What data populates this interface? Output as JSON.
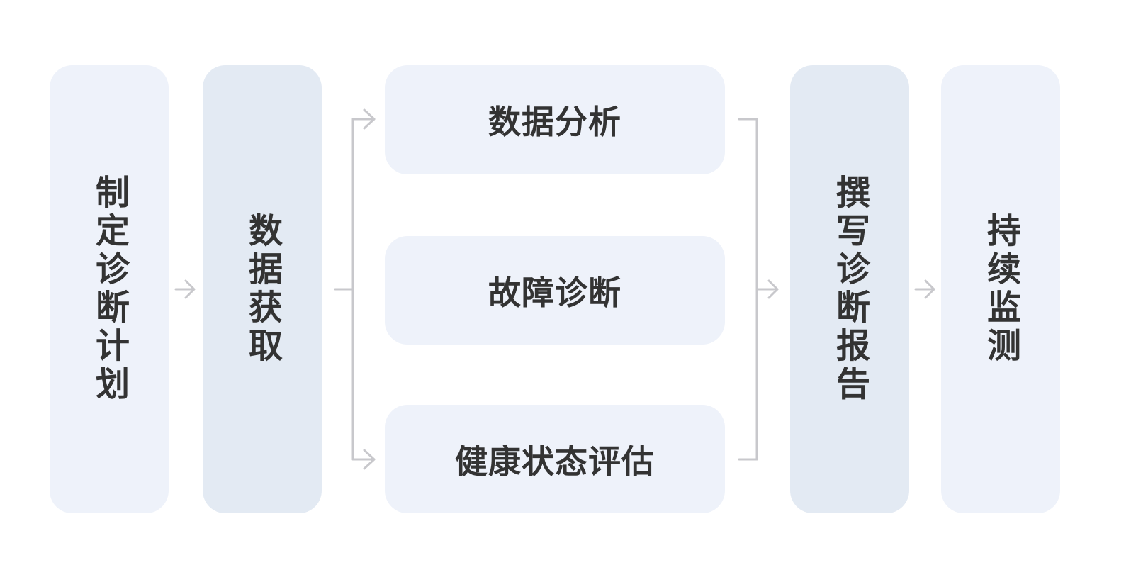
{
  "steps": {
    "plan": "制定诊断计划",
    "acquire": "数据获取",
    "analyze": "数据分析",
    "diagnose": "故障诊断",
    "health": "健康状态评估",
    "report": "撰写诊断报告",
    "monitor": "持续监测"
  },
  "colors": {
    "box_light": "#eef2fa",
    "box_mid": "#e3eaf3",
    "connector": "#c8c8cc",
    "text": "#333333"
  }
}
